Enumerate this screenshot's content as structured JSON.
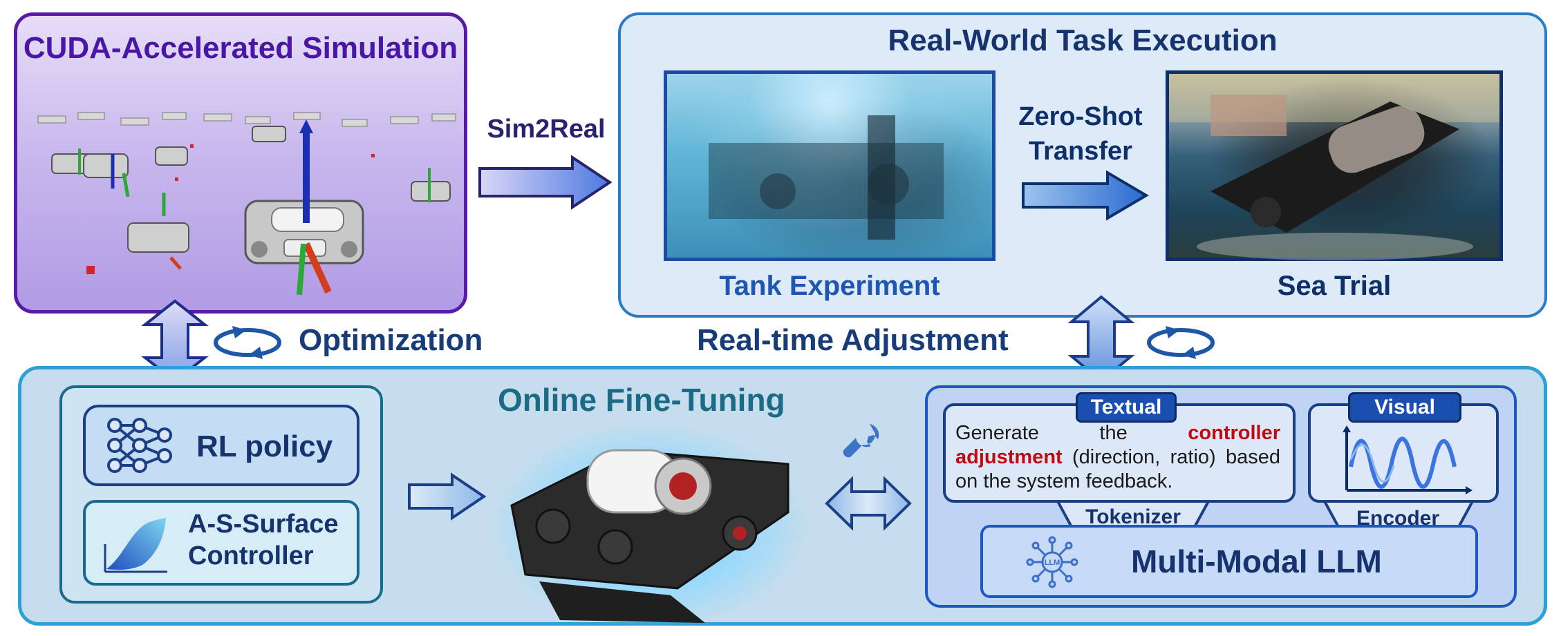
{
  "simulation": {
    "title": "CUDA-Accelerated Simulation"
  },
  "sim2real": {
    "label": "Sim2Real"
  },
  "real_world": {
    "title": "Real-World Task Execution",
    "tank_label": "Tank Experiment",
    "sea_label": "Sea Trial",
    "transfer_label": "Zero-Shot Transfer"
  },
  "optimization": {
    "label": "Optimization"
  },
  "realtime": {
    "label": "Real-time Adjustment"
  },
  "fine_tuning": {
    "title": "Online Fine-Tuning",
    "rl_policy": "RL policy",
    "controller": "A-S-Surface Controller"
  },
  "llm": {
    "textual_badge": "Textual",
    "visual_badge": "Visual",
    "prompt_part1": "Generate the ",
    "prompt_red1": "controller",
    "prompt_red2": "adjustment",
    "prompt_part2": " (direction, ratio) based on the system feedback.",
    "tokenizer": "Tokenizer",
    "encoder": "Encoder",
    "llm_label": "Multi-Modal LLM",
    "llm_icon_text": "LLM"
  },
  "colors": {
    "sim_border": "#5a1aa8",
    "panel_blue": "#2a7cc4",
    "dark_navy": "#16336e",
    "highlight_red": "#c00a10"
  },
  "icons": [
    "neural-network-icon",
    "surface-curve-icon",
    "wrench-icon",
    "cycle-arrows-icon",
    "llm-chip-icon",
    "waveform-icon"
  ]
}
